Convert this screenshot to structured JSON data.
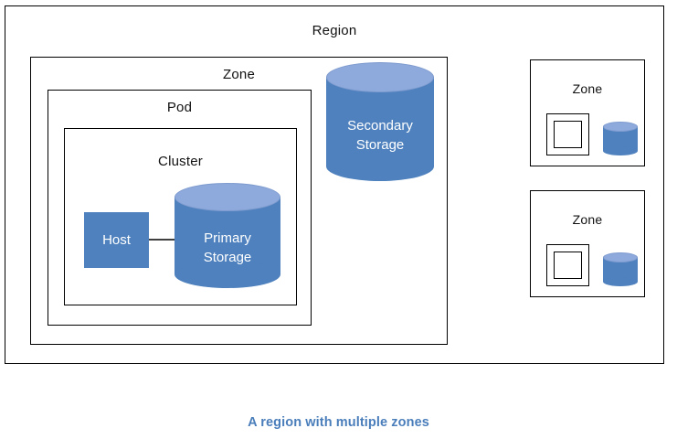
{
  "figure": {
    "caption": "A region with multiple zones",
    "caption_color": "#4A7EBB"
  },
  "palette": {
    "shape_fill": "#4E81BD",
    "cylinder_top": "#8EA9DB",
    "outline": "#000000",
    "connector": "#404040",
    "shape_text": "#FFFFFF",
    "label_text": "#111111"
  },
  "region": {
    "label": "Region",
    "zone": {
      "label": "Zone",
      "pod": {
        "label": "Pod",
        "cluster": {
          "label": "Cluster",
          "host": {
            "label": "Host"
          },
          "primary_storage": {
            "line1": "Primary",
            "line2": "Storage"
          }
        }
      },
      "secondary_storage": {
        "line1": "Secondary",
        "line2": "Storage"
      }
    },
    "other_zones": [
      {
        "label": "Zone",
        "host_icon": "nested-square-host-icon",
        "storage_icon": "cylinder-storage-icon"
      },
      {
        "label": "Zone",
        "host_icon": "nested-square-host-icon",
        "storage_icon": "cylinder-storage-icon"
      }
    ]
  }
}
